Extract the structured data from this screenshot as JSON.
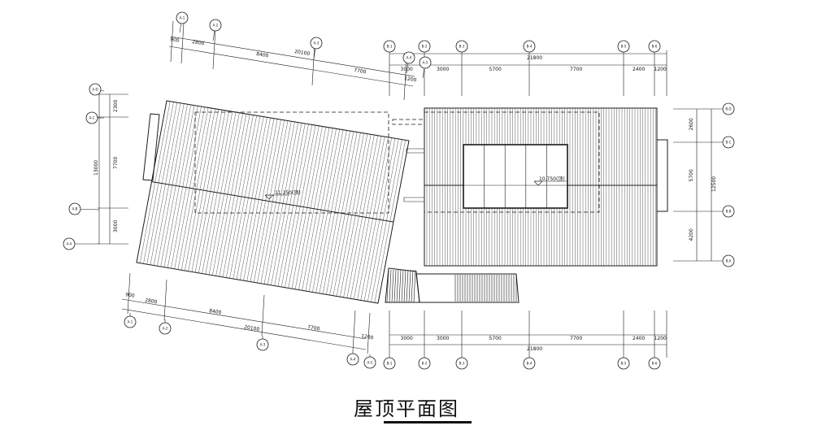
{
  "title": "屋顶平面图",
  "grid_labels": {
    "left_top": [
      "A-1",
      "A-2",
      "A-3"
    ],
    "left_side": [
      "A-D",
      "A-C",
      "A-B",
      "A-A"
    ],
    "left_bottom": [
      "A-1",
      "A-2",
      "A-3",
      "A-4",
      "A-5"
    ],
    "right_top": [
      "B-1",
      "B-2",
      "B-3",
      "B-4",
      "B-5",
      "B-6"
    ],
    "right_side": [
      "B-D",
      "B-C",
      "B-B",
      "B-A"
    ],
    "right_bottom": [
      "B-1",
      "B-2",
      "B-3",
      "B-4",
      "B-5",
      "B-6"
    ],
    "mid_top": [
      "A-4",
      "A-5"
    ]
  },
  "dimensions": {
    "left_top_segments": [
      "900",
      "2800",
      "8400",
      "7700",
      "1200"
    ],
    "left_top_total": "20100",
    "left_bottom_segments": [
      "900",
      "2800",
      "8400",
      "7700",
      "1200"
    ],
    "left_bottom_total": "20100",
    "left_side_segments": [
      "2300",
      "7700",
      "3000"
    ],
    "left_side_total": "13000",
    "right_top_segments": [
      "3000",
      "3000",
      "5700",
      "7700",
      "2400",
      "1200"
    ],
    "right_top_total": "21800",
    "right_bottom_segments": [
      "3000",
      "3000",
      "5700",
      "7700",
      "2400",
      "1200"
    ],
    "right_bottom_total": "21800",
    "right_side_segments": [
      "2600",
      "5700",
      "4200"
    ],
    "right_side_total": "12500"
  },
  "elevations": {
    "left_roof": "11.250(顶)",
    "right_roof": "10.750(顶)"
  }
}
